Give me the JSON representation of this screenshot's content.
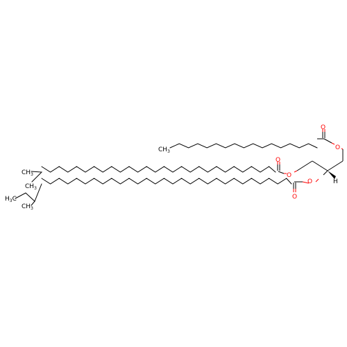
{
  "molecule": {
    "colors": {
      "bond": "#000000",
      "oxygen": "#ff0000",
      "background": "#ffffff"
    },
    "atom_labels": {
      "o_top_carbonyl": "O",
      "o_top_ester": "O",
      "o_mid_carbonyl": "O",
      "o_mid_ester": "O",
      "o_bot_ester": "O",
      "o_bot_carbonyl": "O",
      "h_stereo": "H",
      "ch3_top": "CH",
      "ch3_top_sub": "3",
      "ch3_mid_a": "CH",
      "ch3_mid_a_sub": "3",
      "ch3_mid_b": "CH",
      "ch3_mid_b_sub": "3",
      "ch3_bot_a": "H",
      "ch3_bot_a_sub": "3",
      "ch3_bot_a_c": "C",
      "ch3_bot_b": "CH",
      "ch3_bot_b_sub": "3"
    }
  }
}
